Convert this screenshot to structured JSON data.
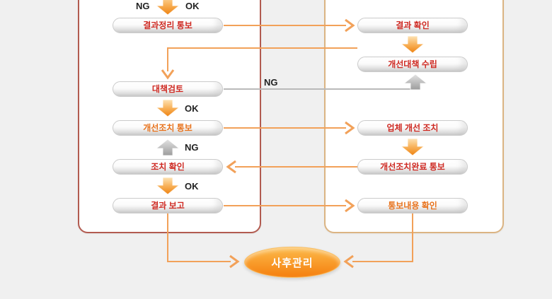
{
  "diagram": {
    "left_panel": {
      "top_labels": {
        "ng": "NG",
        "ok": "OK"
      },
      "steps": [
        {
          "label": "결과정리 통보"
        },
        {
          "label": "대책검토"
        },
        {
          "label": "개선조치 통보"
        },
        {
          "label": "조치 확인"
        },
        {
          "label": "결과 보고"
        }
      ],
      "branch_labels": {
        "ok_after_review": "OK",
        "ng_after_notice": "NG",
        "ok_after_check": "OK"
      }
    },
    "right_panel": {
      "steps": [
        {
          "label": "결과 확인"
        },
        {
          "label": "개선대책 수립"
        },
        {
          "label": "업체 개선 조치"
        },
        {
          "label": "개선조치완료 통보"
        },
        {
          "label": "통보내용 확인"
        }
      ]
    },
    "ng_feedback_label": "NG",
    "end_node": {
      "label": "사후관리"
    }
  },
  "colors": {
    "page_bg": "#f0f0f0",
    "panel_bg": "#ffffff",
    "left_panel_border": "#b25b50",
    "right_panel_border": "#dbb483",
    "btn_text_red": "#cf2b24",
    "btn_text_orange": "#e8731d",
    "line_orange": "#f2a159",
    "line_gray": "#b9b9b9",
    "label_dark": "#222222",
    "arrow_orange_light": "#fde3b4",
    "arrow_orange_dark": "#ee8312",
    "arrow_gray_light": "#e3e3e3",
    "arrow_gray_dark": "#9c9c9c",
    "end_fill_top": "#fcba4a",
    "end_fill_bottom": "#f57f0e",
    "end_text": "#ffffff"
  }
}
